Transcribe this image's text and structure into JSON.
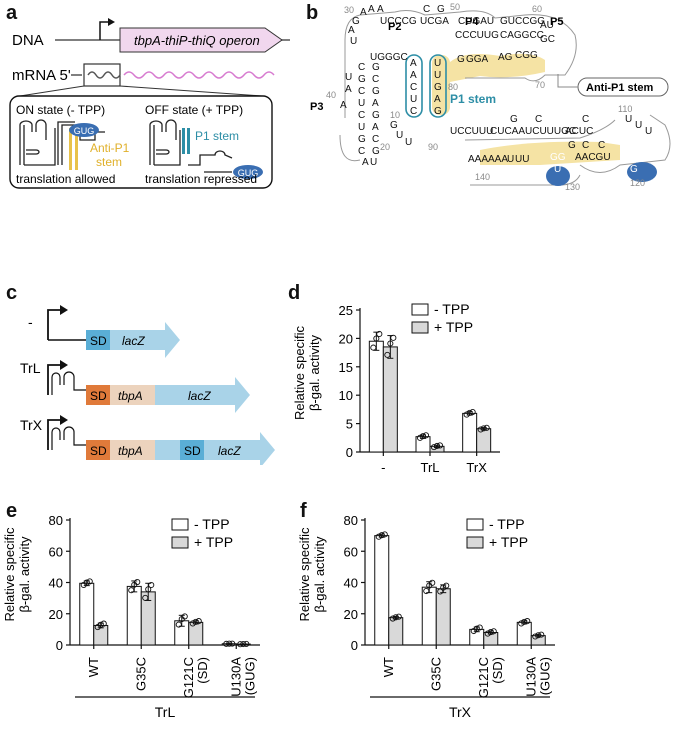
{
  "panels": {
    "a": "a",
    "b": "b",
    "c": "c",
    "d": "d",
    "e": "e",
    "f": "f"
  },
  "panel_a": {
    "dna_label": "DNA",
    "operon_label": "tbpA-thiP-thiQ operon",
    "mrna_label": "mRNA 5'",
    "on_state": "ON state (- TPP)",
    "off_state": "OFF state (+ TPP)",
    "anti_p1_line1": "Anti-P1",
    "anti_p1_line2": "stem",
    "p1_line1": "P1 stem",
    "gug": "GUG",
    "allowed": "translation allowed",
    "repressed": "translation repressed",
    "colors": {
      "operon_fill": "#f1d7ee",
      "mrna_wave": "#d77bd0",
      "gug": "#3a6eb2",
      "anti_p1": "#e8c24a",
      "p1": "#2d8ea6"
    }
  },
  "panel_b": {
    "labels": {
      "p2": "P2",
      "p3": "P3",
      "p4": "P4",
      "p5": "P5",
      "p1_stem": "P1 stem",
      "anti_p1_stem": "Anti-P1 stem"
    },
    "numbers": [
      "10",
      "20",
      "30",
      "40",
      "50",
      "60",
      "70",
      "80",
      "90",
      "110",
      "120",
      "130",
      "140"
    ],
    "colors": {
      "highlight": "#f5e3a4",
      "blue": "#3a6eb2",
      "p1_outline": "#2d8ea6",
      "number": "#8a8a8a"
    }
  },
  "panel_c": {
    "rows": [
      {
        "label": "-",
        "parts": [
          "SD",
          "lacZ"
        ]
      },
      {
        "label": "TrL",
        "parts": [
          "SD",
          "tbpA",
          "lacZ"
        ]
      },
      {
        "label": "TrX",
        "parts": [
          "SD",
          "tbpA",
          "SD",
          "lacZ"
        ]
      }
    ],
    "colors": {
      "sd_blue": "#5aaed6",
      "arrow": "#a9d3e8",
      "sd_orange": "#e07a3a",
      "tbpa": "#ecd3bd"
    }
  },
  "legend": {
    "minus": "- TPP",
    "plus": "+ TPP"
  },
  "ylabel_line1": "Relative specific",
  "ylabel_line2": "β-gal. activity",
  "chart_data": [
    {
      "panel": "d",
      "type": "bar",
      "categories": [
        "-",
        "TrL",
        "TrX"
      ],
      "series": [
        {
          "name": "- TPP",
          "values": [
            19.5,
            2.7,
            6.8
          ],
          "errors": [
            1.6,
            0.3,
            0.3
          ],
          "color": "#ffffff"
        },
        {
          "name": "+ TPP",
          "values": [
            18.5,
            1.0,
            4.1
          ],
          "errors": [
            2.0,
            0.2,
            0.2
          ],
          "color": "#d9d9d9"
        }
      ],
      "ylabel": "Relative specific β-gal. activity",
      "ylim": [
        0,
        25
      ],
      "yticks": [
        0,
        5,
        10,
        15,
        20,
        25
      ],
      "legend": "top-right"
    },
    {
      "panel": "e",
      "type": "bar",
      "categories": [
        "WT",
        "G35C",
        "G121C (SD)",
        "U130A (GUG)"
      ],
      "series": [
        {
          "name": "- TPP",
          "values": [
            39.5,
            37.5,
            15.5,
            0.8
          ],
          "errors": [
            1.5,
            3.5,
            3.5,
            0.1
          ],
          "color": "#ffffff"
        },
        {
          "name": "+ TPP",
          "values": [
            12.5,
            34.0,
            14.5,
            0.6
          ],
          "errors": [
            1.5,
            5.5,
            1.0,
            0.1
          ],
          "color": "#d9d9d9"
        }
      ],
      "ylabel": "Relative specific β-gal. activity",
      "ylim": [
        0,
        80
      ],
      "yticks": [
        0,
        20,
        40,
        60,
        80
      ],
      "group_label": "TrL",
      "legend": "top-right"
    },
    {
      "panel": "f",
      "type": "bar",
      "categories": [
        "WT",
        "G35C",
        "G121C (SD)",
        "U130A (GUG)"
      ],
      "series": [
        {
          "name": "- TPP",
          "values": [
            70.0,
            37.0,
            10.0,
            14.5
          ],
          "errors": [
            1.0,
            3.5,
            1.5,
            1.0
          ],
          "color": "#ffffff"
        },
        {
          "name": "+ TPP",
          "values": [
            17.5,
            36.0,
            8.0,
            6.0
          ],
          "errors": [
            0.8,
            2.5,
            1.0,
            0.8
          ],
          "color": "#d9d9d9"
        }
      ],
      "ylabel": "Relative specific β-gal. activity",
      "ylim": [
        0,
        80
      ],
      "yticks": [
        0,
        20,
        40,
        60,
        80
      ],
      "group_label": "TrX",
      "legend": "top-right"
    }
  ]
}
